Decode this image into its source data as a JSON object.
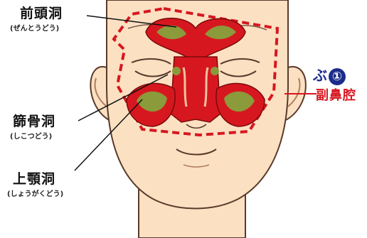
{
  "labels": {
    "frontal": {
      "main": "前頭洞",
      "sub": "(ぜんとうどう)"
    },
    "ethmoid": {
      "main": "篩骨洞",
      "sub": "(しこつどう)"
    },
    "maxillary": {
      "main": "上顎洞",
      "sub": "(しょうがくどう)"
    }
  },
  "badge": {
    "text": "ぶ",
    "number": "①"
  },
  "sinus_label": "副鼻腔",
  "colors": {
    "skin": "#fbe0c2",
    "outline": "#5a3a2a",
    "sinus_red": "#d7171f",
    "sinus_green": "#8b9a3a",
    "navy": "#1b2c8a"
  }
}
